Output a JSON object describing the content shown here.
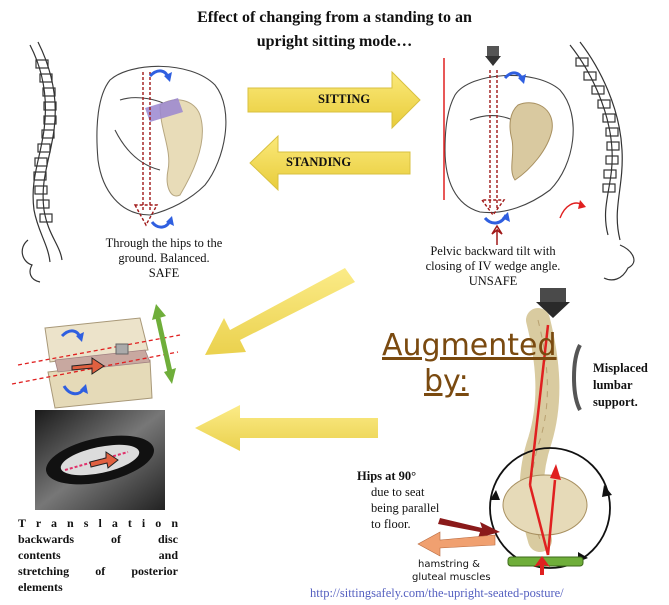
{
  "title": {
    "line1": "Effect of changing from a standing to an",
    "line2": "upright sitting mode…"
  },
  "arrows": {
    "sitting": "SITTING",
    "standing": "STANDING"
  },
  "captions": {
    "standing_line1": "Through the hips to the",
    "standing_line2": "ground.  Balanced.",
    "standing_line3": "SAFE",
    "sitting_line1": "Pelvic backward tilt with",
    "sitting_line2": "closing of IV wedge angle.",
    "sitting_line3": "UNSAFE"
  },
  "augmented": {
    "line1": "Augmented",
    "line2": "by:"
  },
  "lumbar": {
    "line1": "Misplaced",
    "line2": "lumbar",
    "line3": "support."
  },
  "hips": {
    "bold": "Hips at 90°",
    "line2": "due to seat",
    "line3": "being parallel",
    "line4": "to floor."
  },
  "muscles": {
    "line1": "hamstring  &",
    "line2": "gluteal muscles"
  },
  "translation": {
    "line1": "T r a n s l a t i o n",
    "line2": "backwards   of   disc",
    "line3": "contents         and",
    "line4": "stretching of posterior",
    "line5": "elements"
  },
  "url": "http://sittingsafely.com/the-upright-seated-posture/",
  "colors": {
    "yellow_arrow": "#f2dc52",
    "red_line": "#e02020",
    "blue_arrow": "#2f5fe0",
    "green_arrow": "#6fae3a",
    "orange_arrow": "#f0a070",
    "bone": "#e8dcb8"
  }
}
